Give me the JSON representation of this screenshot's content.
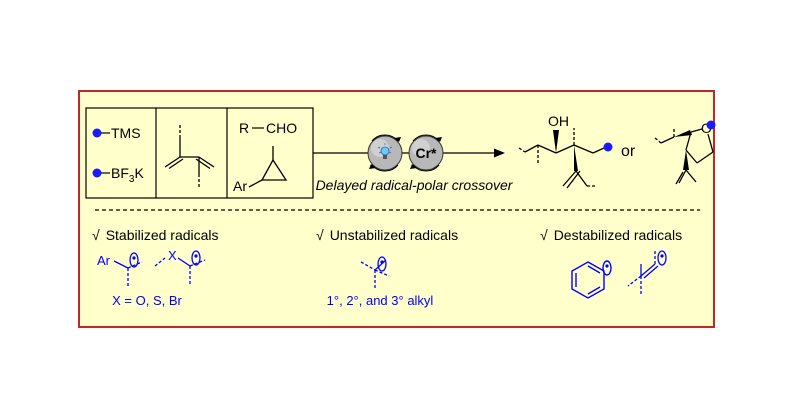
{
  "colors": {
    "frame": "#c0272d",
    "panel_bg": "#ffffcc",
    "accent_blue": "#0000ff",
    "dot_blue": "#1a1aff",
    "catalyst_grey": "#b8b8b8"
  },
  "reagents": {
    "silane_label": "TMS",
    "borate_label_main": "BF",
    "borate_subscript": "3",
    "borate_suffix": "K",
    "aldehyde_R": "R",
    "aldehyde_group": "CHO",
    "epoxide_aryl": "Ar"
  },
  "catalyst_label": "Cr*",
  "reaction_caption": "Delayed radical-polar crossover",
  "product": {
    "oh_label": "OH",
    "or_label": "or",
    "ring_atom": "O"
  },
  "radical_classes": [
    {
      "check": "√",
      "label": "Stabilized radicals"
    },
    {
      "check": "√",
      "label": "Unstabilized radicals"
    },
    {
      "check": "√",
      "label": "Destabilized radicals"
    }
  ],
  "stabilized": {
    "aryl": "Ar",
    "heteroatom": "X",
    "note": "X = O, S, Br"
  },
  "unstabilized_note": "1°, 2°, and 3° alkyl"
}
